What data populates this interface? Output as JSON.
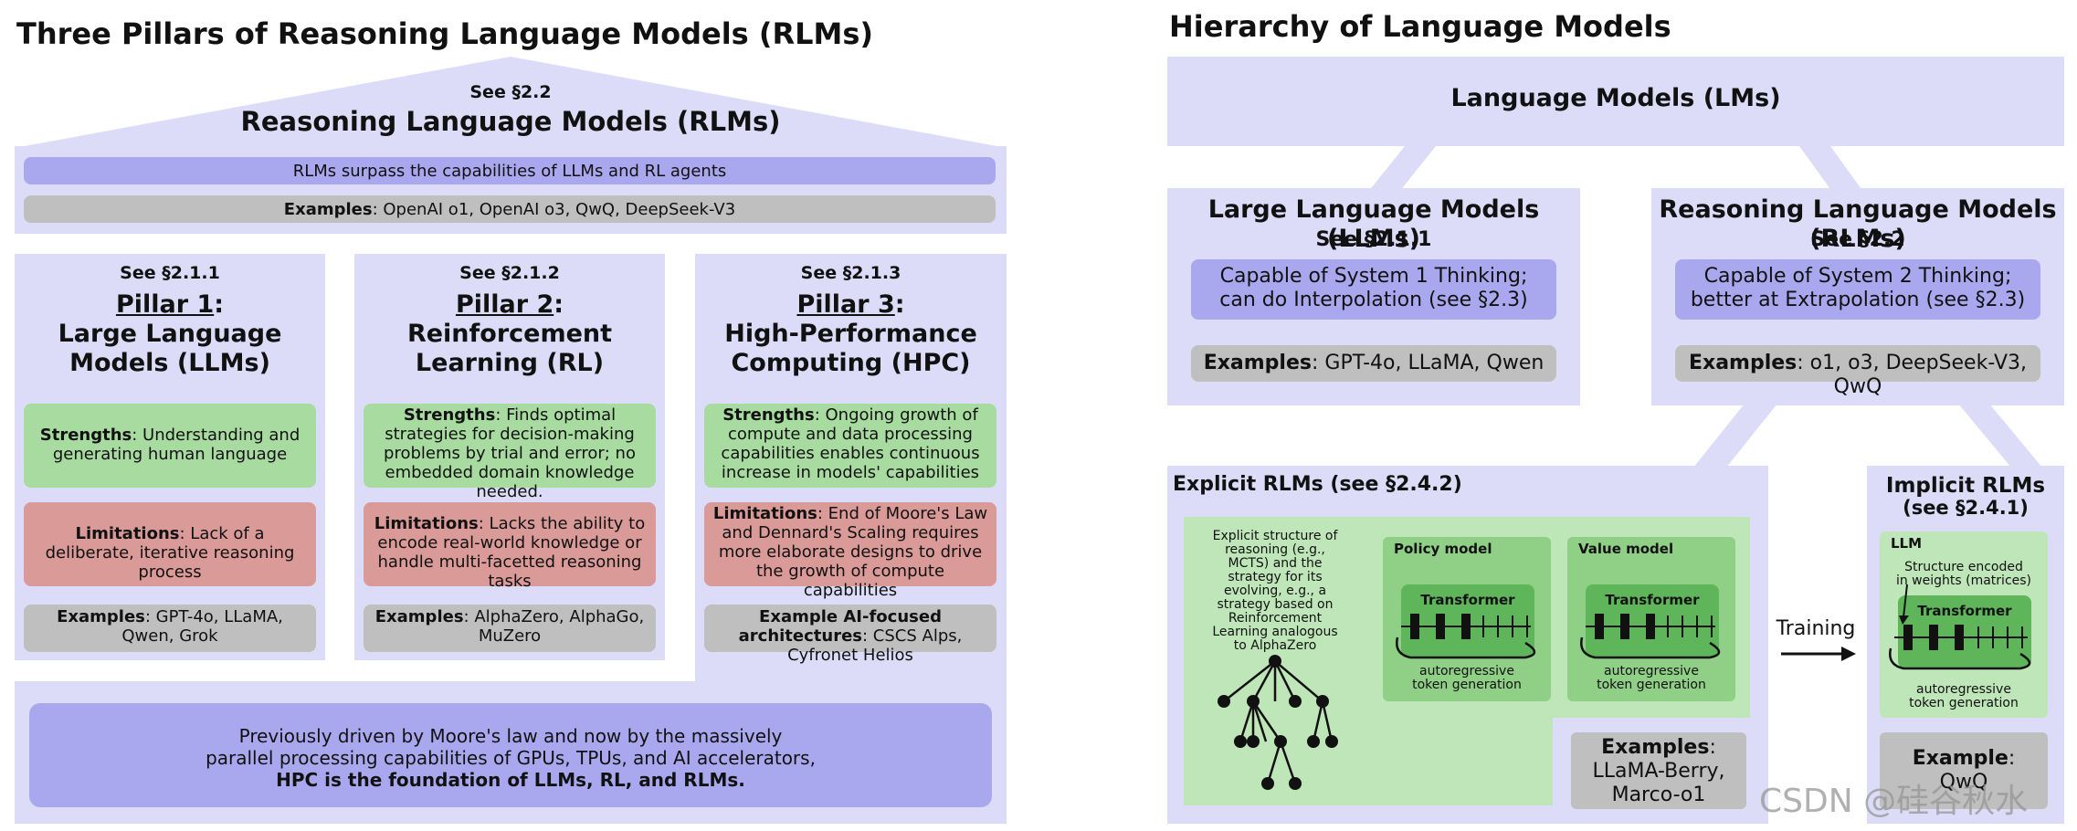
{
  "left": {
    "title": "Three Pillars of Reasoning Language Models (RLMs)",
    "roof": {
      "see": "See §2.2",
      "heading": "Reasoning Language Models (RLMs)",
      "surpass": "RLMs surpass the capabilities of LLMs and RL agents",
      "examples_label": "Examples",
      "examples_text": ": OpenAI o1, OpenAI o3, QwQ, DeepSeek-V3"
    },
    "pillars": [
      {
        "see": "See §2.1.1",
        "pillar_word": "Pillar 1",
        "name_line1": "Large Language",
        "name_line2": "Models (LLMs)",
        "strengths_label": "Strengths",
        "strengths_text": ": Understanding and generating human language",
        "limitations_label": "Limitations",
        "limitations_text": ": Lack of a deliberate, iterative reasoning process",
        "examples_label": "Examples",
        "examples_text": ": GPT-4o, LLaMA, Qwen, Grok"
      },
      {
        "see": "See §2.1.2",
        "pillar_word": "Pillar 2",
        "name_line1": "Reinforcement",
        "name_line2": "Learning (RL)",
        "strengths_label": "Strengths",
        "strengths_text": ": Finds optimal strategies for decision-making problems by trial and error; no embedded domain knowledge needed.",
        "limitations_label": "Limitations",
        "limitations_text": ": Lacks the ability to encode real-world knowledge or handle multi-facetted reasoning tasks",
        "examples_label": "Examples",
        "examples_text": ": AlphaZero, AlphaGo, MuZero"
      },
      {
        "see": "See §2.1.3",
        "pillar_word": "Pillar 3",
        "name_line1": "High-Performance",
        "name_line2": "Computing (HPC)",
        "strengths_label": "Strengths",
        "strengths_text": ": Ongoing growth of compute and data processing capabilities enables continuous increase in models' capabilities",
        "limitations_label": "Limitations",
        "limitations_text": ": End of Moore's Law and Dennard's Scaling requires more elaborate designs to drive the growth of compute capabilities",
        "examples_label": "Example AI-focused architectures",
        "examples_text": ": CSCS Alps, Cyfronet Helios"
      }
    ],
    "foundation": {
      "line1": "Previously driven by Moore's law and now by the massively",
      "line2": "parallel processing capabilities of GPUs, TPUs, and AI accelerators,",
      "line3": "HPC is the foundation of LLMs, RL, and RLMs."
    }
  },
  "right": {
    "title": "Hierarchy of Language Models",
    "lms": "Language Models (LMs)",
    "llm": {
      "heading": "Large Language Models (LLMs)",
      "see": "See §2.1.1",
      "capability_line1": "Capable of System 1 Thinking;",
      "capability_line2": "can do Interpolation (see §2.3)",
      "examples_label": "Examples",
      "examples_text": ": GPT-4o, LLaMA, Qwen"
    },
    "rlm": {
      "heading": "Reasoning Language Models (RLMs)",
      "see": "See §2.2",
      "capability_line1": "Capable of System 2 Thinking;",
      "capability_line2": "better at Extrapolation (see §2.3)",
      "examples_label": "Examples",
      "examples_text": ": o1, o3, DeepSeek-V3, QwQ"
    },
    "explicit": {
      "heading": "Explicit RLMs (see §2.4.2)",
      "structure_text": "Explicit structure of reasoning (e.g., MCTS) and the strategy for its evolving, e.g., a strategy based on Reinforcement Learning analogous to AlphaZero",
      "policy_label": "Policy model",
      "value_label": "Value model",
      "transformer": "Transformer",
      "autoreg_line1": "autoregressive",
      "autoreg_line2": "token generation",
      "examples_label": "Examples",
      "examples_line1": "LLaMA-Berry,",
      "examples_line2": "Marco-o1"
    },
    "training": "Training",
    "implicit": {
      "heading_line1": "Implicit RLMs",
      "heading_line2": "(see §2.4.1)",
      "llm_label": "LLM",
      "structure_line1": "Structure encoded",
      "structure_line2": "in weights (matrices)",
      "transformer": "Transformer",
      "autoreg_line1": "autoregressive",
      "autoreg_line2": "token generation",
      "example_label": "Example",
      "example_text": "QwQ"
    },
    "watermark": "CSDN @硅谷秋水"
  },
  "colors": {
    "panel": "#dcdcf8",
    "blue_box": "#a9a8ef",
    "green_box": "#a8dba0",
    "red_box": "#d99a98",
    "gray_box": "#bfbfbf"
  }
}
